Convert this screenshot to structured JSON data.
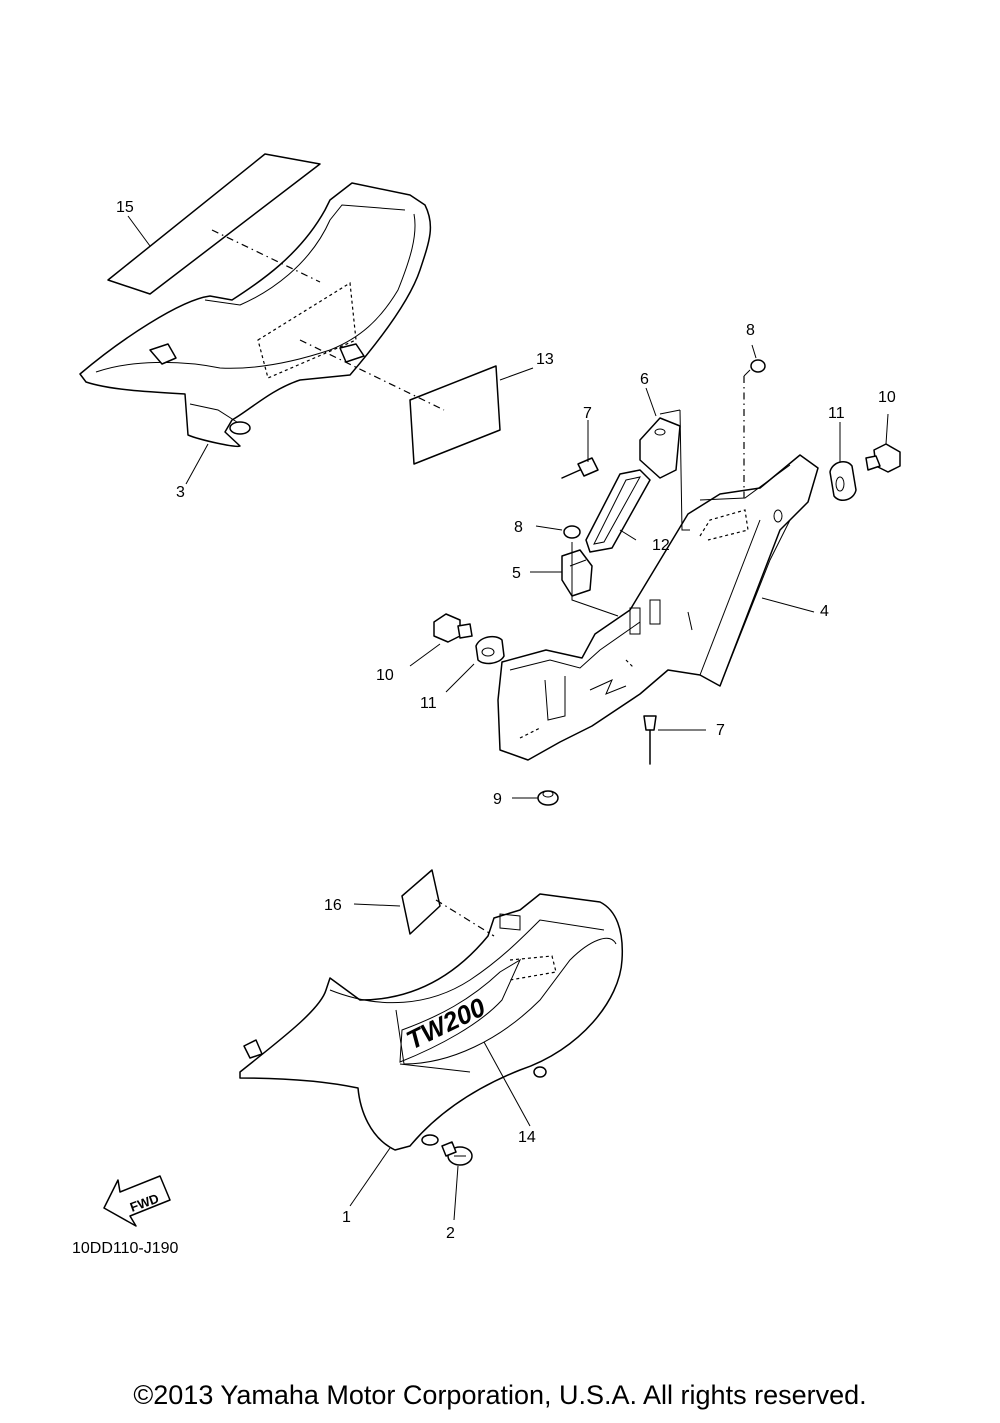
{
  "callouts": [
    "1",
    "2",
    "3",
    "4",
    "5",
    "6",
    "7",
    "7",
    "8",
    "8",
    "9",
    "10",
    "10",
    "11",
    "11",
    "12",
    "13",
    "14",
    "15",
    "16"
  ],
  "fwd_label": "FWD",
  "emblem_text": "TW200",
  "diagram_code": "10DD110-J190",
  "copyright": "©2013 Yamaha Motor Corporation, U.S.A. All rights reserved."
}
